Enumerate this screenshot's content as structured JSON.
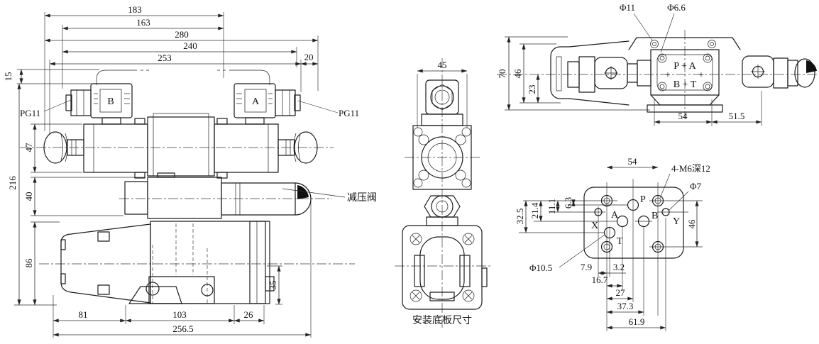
{
  "front": {
    "d183": "183",
    "d163": "163",
    "d280": "280",
    "d240": "240",
    "d253": "253",
    "d20": "20",
    "d15": "15",
    "d216": "216",
    "d47": "47",
    "d40": "40",
    "d86": "86",
    "d35": "35",
    "d81": "81",
    "d103": "103",
    "d26": "26",
    "d2565": "256.5",
    "pg11L": "PG11",
    "pg11R": "PG11",
    "coilB": "B",
    "coilA": "A",
    "valveLabel": "减压阀"
  },
  "side": {
    "d45": "45",
    "caption": "安装底板尺寸"
  },
  "top": {
    "d70": "70",
    "d46": "46",
    "d23": "23",
    "d54": "54",
    "d515": "51.5",
    "phi11": "Φ11",
    "phi66": "Φ6.6",
    "portsRow1": "P + A",
    "plusL": "+",
    "plusR": "+",
    "portsRow3": "B + T"
  },
  "plate": {
    "d54": "54",
    "m6": "4-M6深12",
    "phi7": "Φ7",
    "phi105": "Φ10.5",
    "d63": "6.3",
    "d111": "11.1",
    "d214": "21.4",
    "d325": "32.5",
    "d46": "46",
    "d79": "7.9",
    "d32": "3.2",
    "d167": "16.7",
    "d27": "27",
    "d373": "37.3",
    "d619": "61.9",
    "pP": "P",
    "pA": "A",
    "pB": "B",
    "pT": "T",
    "pX": "X",
    "pY": "Y"
  }
}
